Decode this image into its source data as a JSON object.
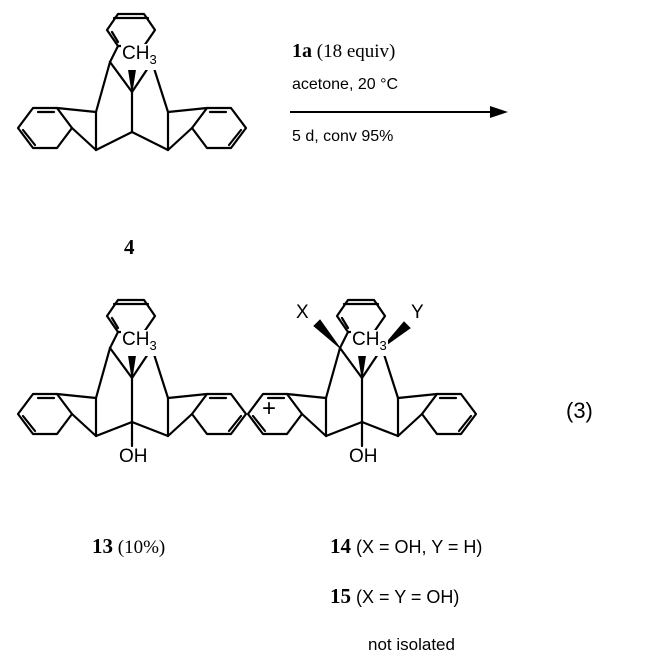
{
  "reaction": {
    "reagent_bold": "1a",
    "reagent_rest": " (18 equiv)",
    "conditions_line2": "acetone, 20 °C",
    "conditions_line3": "5 d, conv 95%",
    "plus": "+",
    "equation_number": "(3)"
  },
  "compounds": {
    "c4": {
      "label": "4",
      "ch3": "CH3"
    },
    "c13": {
      "label": "13",
      "yield": " (10%)",
      "ch3": "CH3",
      "oh": "OH"
    },
    "c14": {
      "label": "14",
      "desc": " (X = OH, Y = H)",
      "ch3": "CH3",
      "oh": "OH",
      "x": "X",
      "y": "Y"
    },
    "c15": {
      "label": "15",
      "desc": " (X = Y = OH)"
    },
    "note": "not isolated"
  }
}
